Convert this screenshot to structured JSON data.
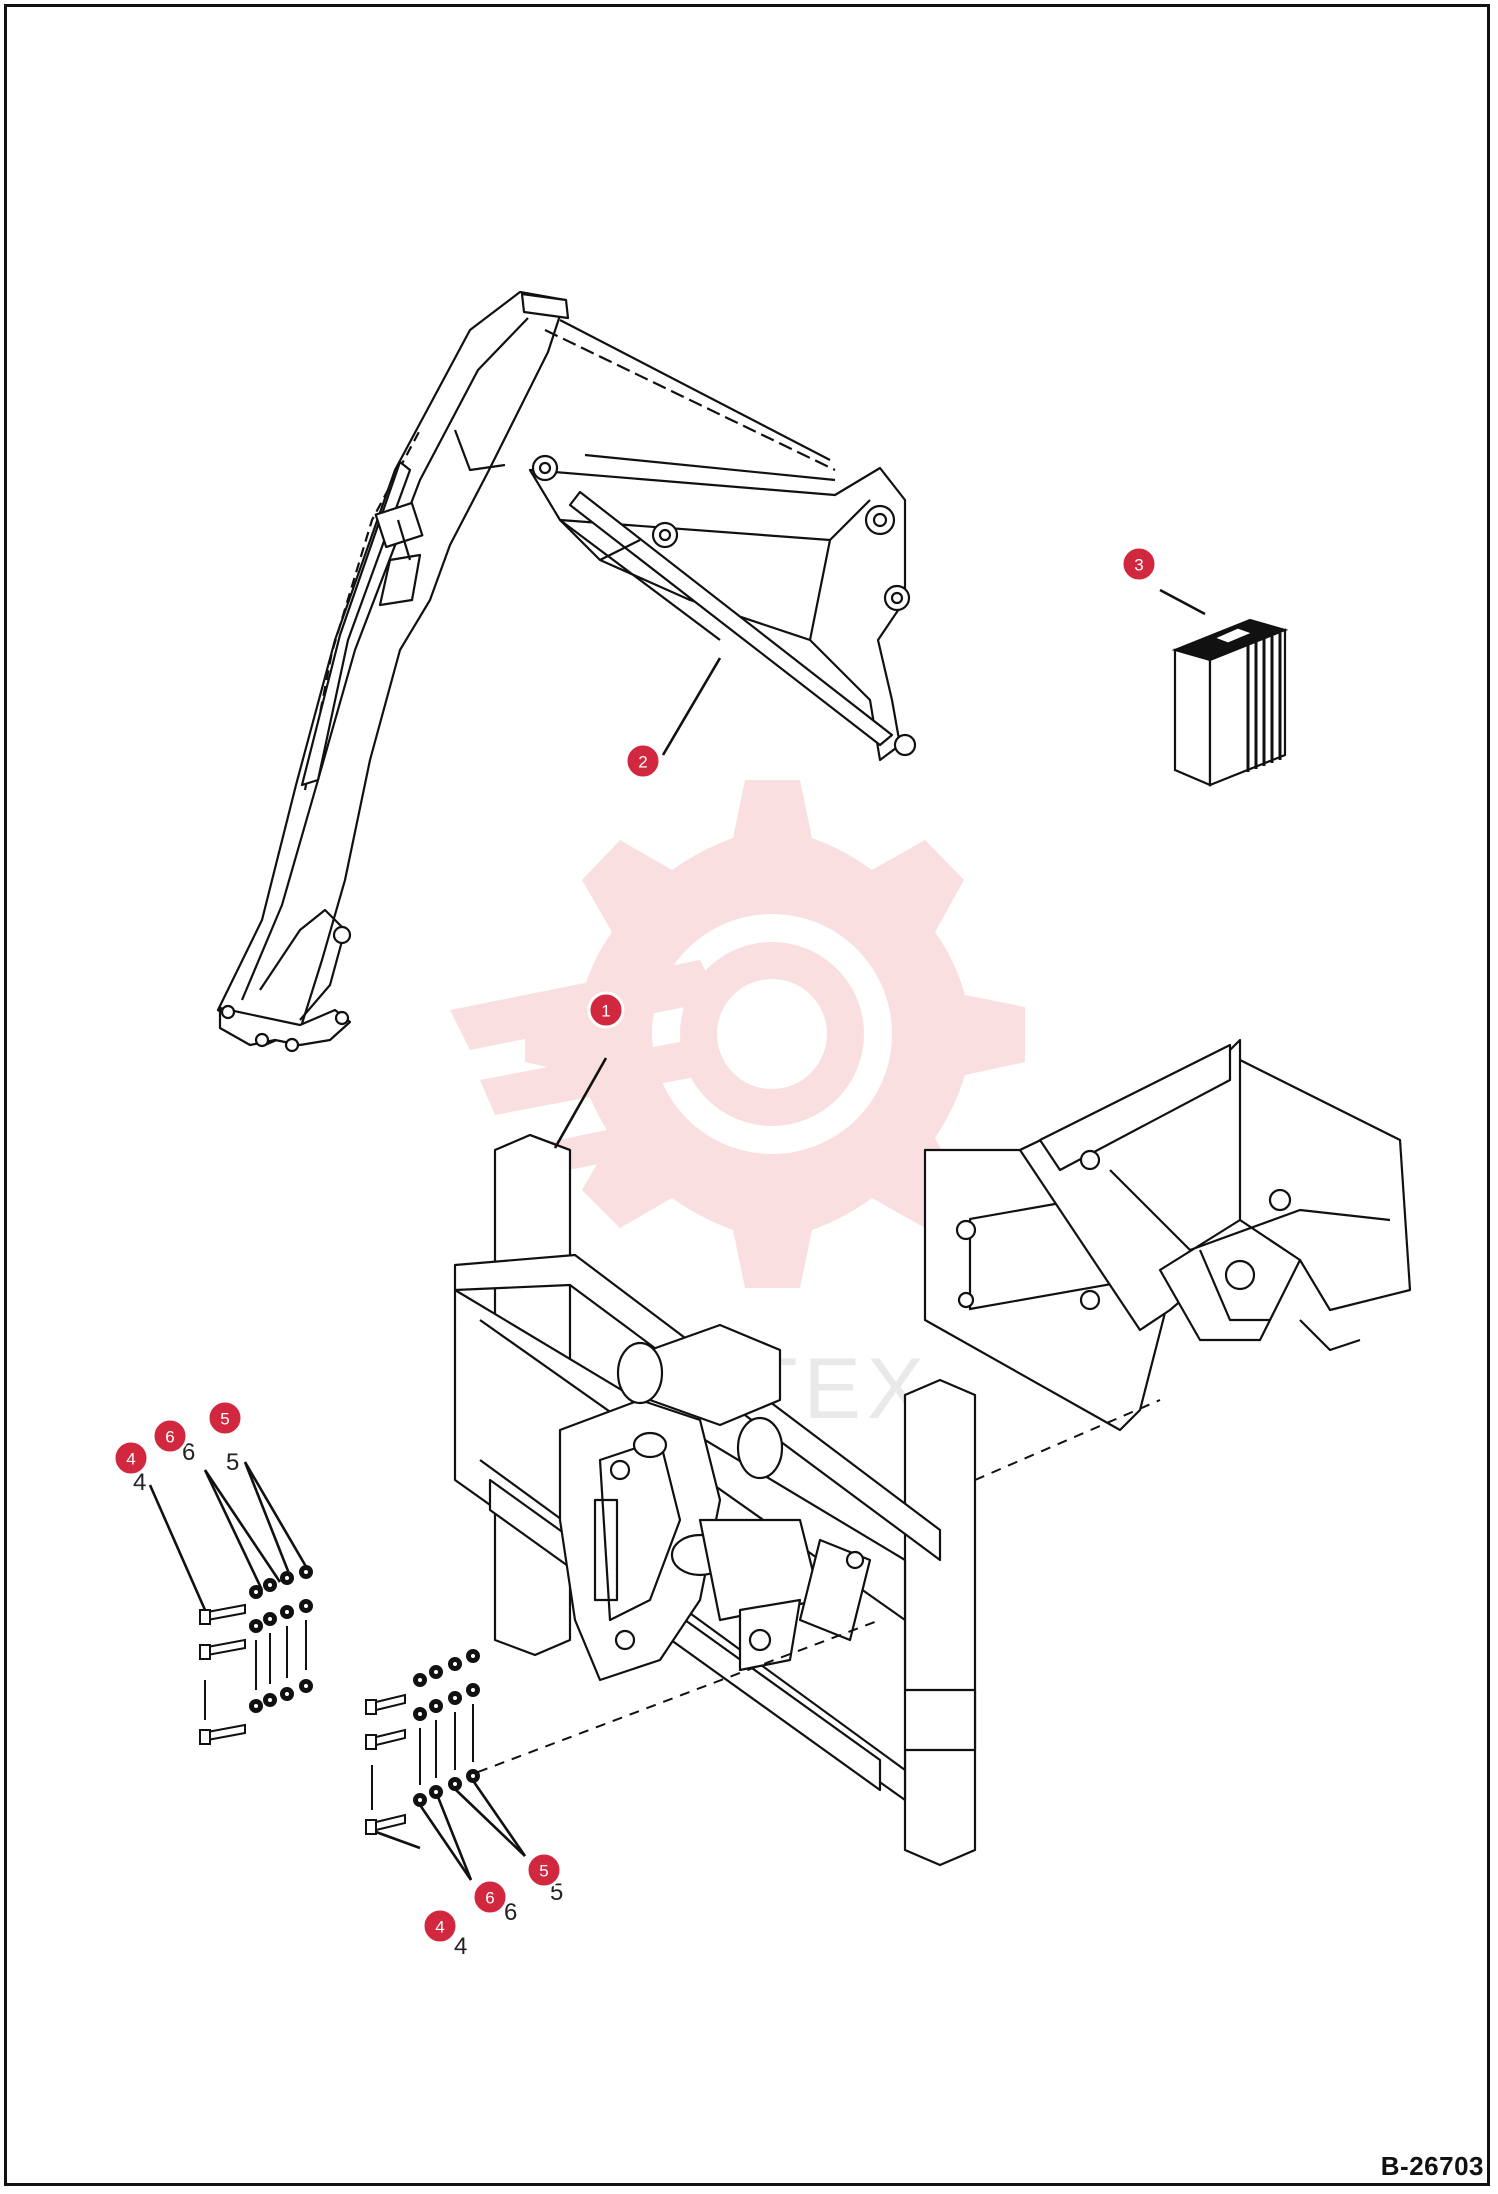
{
  "drawing_number": "B-26703",
  "watermark_text": "TEX",
  "colors": {
    "callout": "#d2283f",
    "watermark": "#f6c5c8",
    "line": "#111111"
  },
  "callouts": [
    {
      "id": "callout-1-frame",
      "label": "1"
    },
    {
      "id": "callout-2-boom",
      "label": "2"
    },
    {
      "id": "callout-3-decal",
      "label": "3"
    },
    {
      "id": "callout-4-left",
      "label": "4"
    },
    {
      "id": "callout-6-left",
      "label": "6"
    },
    {
      "id": "callout-5-left",
      "label": "5"
    },
    {
      "id": "callout-5-right",
      "label": "5"
    },
    {
      "id": "callout-6-right",
      "label": "6"
    },
    {
      "id": "callout-4-right",
      "label": "4"
    }
  ],
  "ghost_labels": {
    "l5a": "5",
    "l6a": "6",
    "l4a": "4",
    "r5": "5",
    "r6": "6",
    "r4": "4"
  }
}
